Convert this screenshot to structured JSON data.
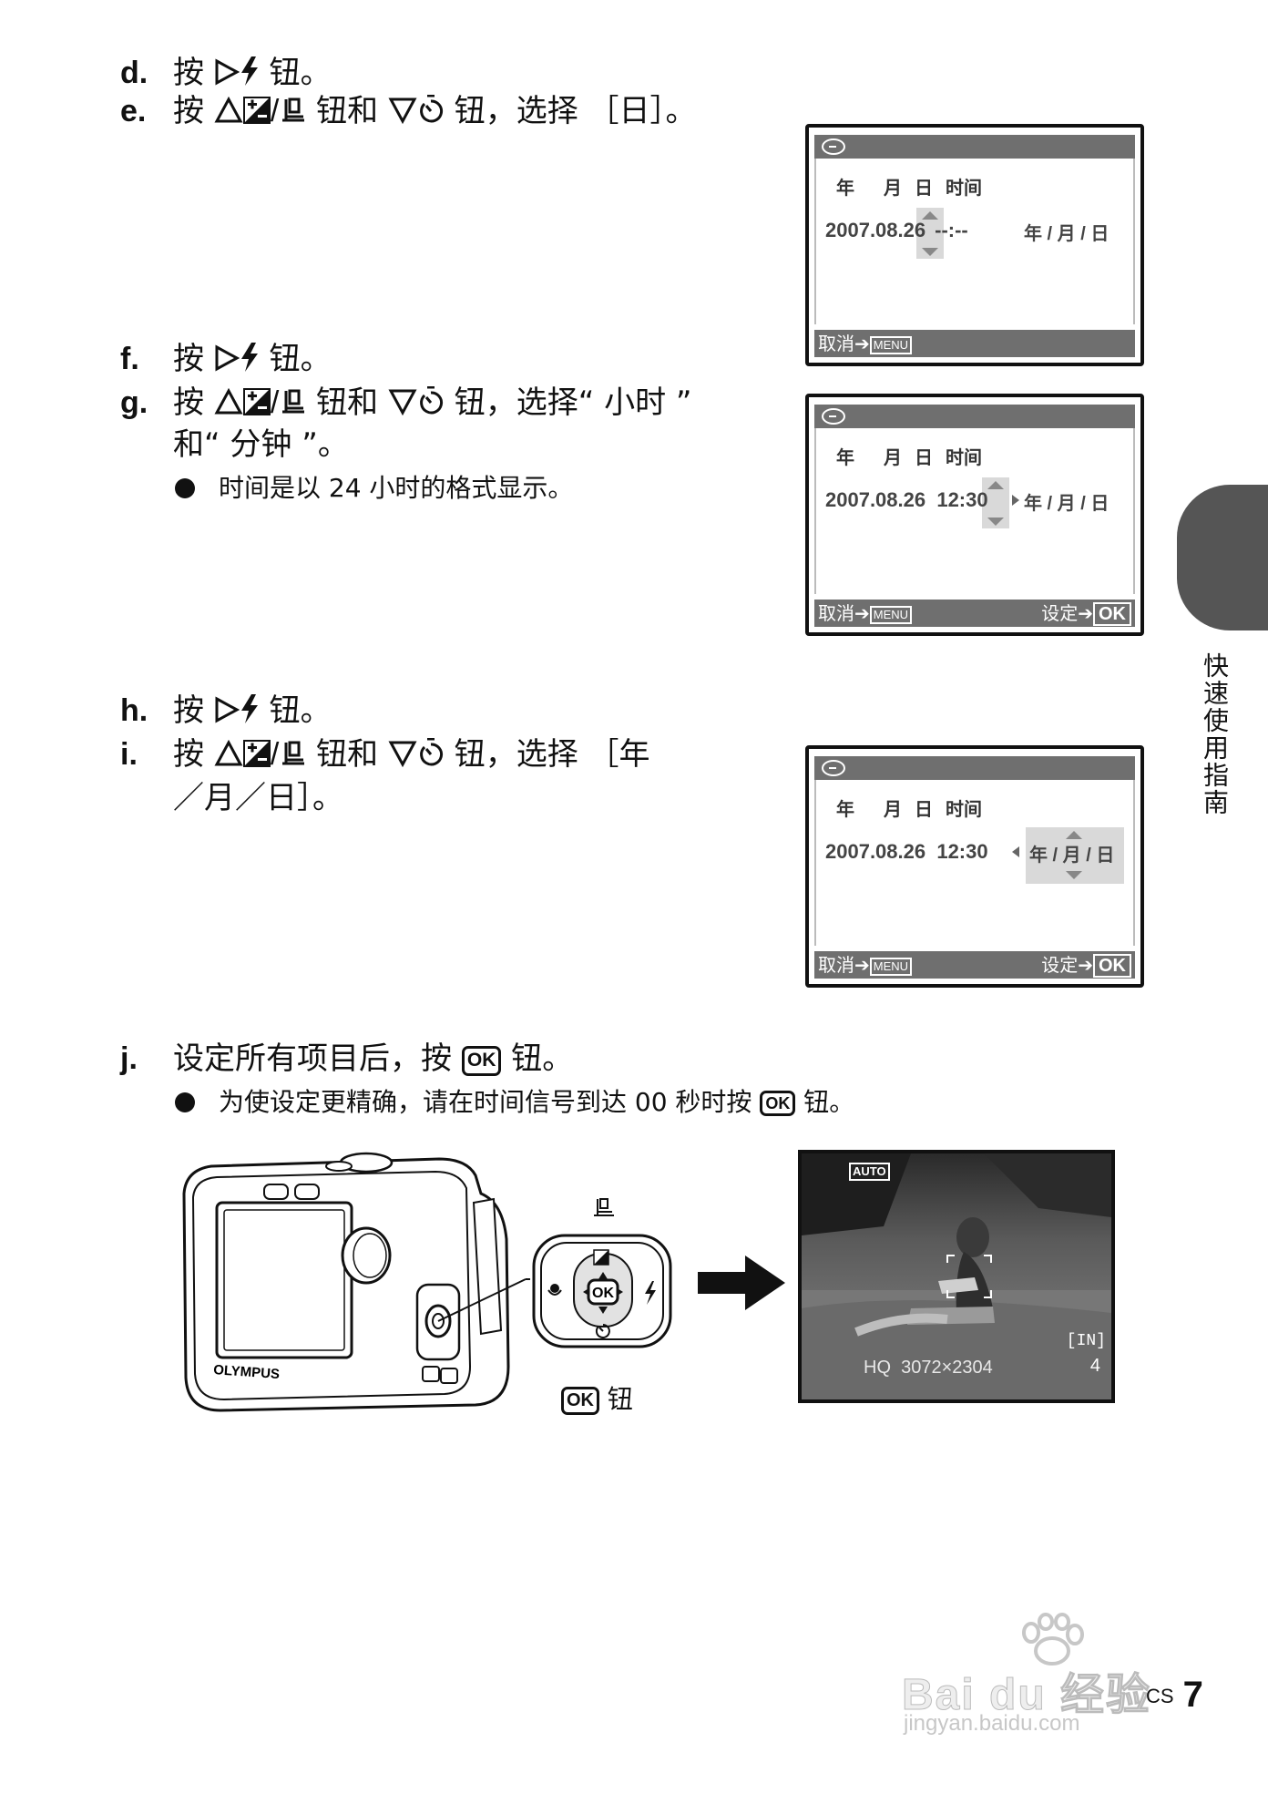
{
  "steps": {
    "d": {
      "letter": "d.",
      "p1": "按",
      "p2": "钮。"
    },
    "e": {
      "letter": "e.",
      "p1": "按",
      "p2": "钮和",
      "p3": "钮，选择 ［日］。"
    },
    "f": {
      "letter": "f.",
      "p1": "按",
      "p2": "钮。"
    },
    "g": {
      "letter": "g.",
      "p1": "按",
      "p2": "钮和",
      "p3": "钮，选择“ 小时 ”",
      "line2": "和“ 分钟 ”。",
      "note": "时间是以 24 小时的格式显示。"
    },
    "h": {
      "letter": "h.",
      "p1": "按",
      "p2": "钮。"
    },
    "i": {
      "letter": "i.",
      "p1": "按",
      "p2": "钮和",
      "p3": "钮，选择 ［年",
      "line2": "／月／日］。"
    },
    "j": {
      "letter": "j.",
      "p1": "设定所有项目后，按",
      "p2": "钮。",
      "note_p1": "为使设定更精确，请在时间信号到达 00 秒时按",
      "note_p2": "钮。"
    }
  },
  "ok_key": "OK",
  "lcd1": {
    "headers": {
      "year": "年",
      "month": "月",
      "day": "日",
      "time": "时间"
    },
    "value_a": "2007.08.",
    "value_b": "26",
    "value_c": "--:--",
    "format": "年 / 月 / 日",
    "cancel": "取消",
    "menu": "MENU"
  },
  "lcd2": {
    "headers": {
      "year": "年",
      "month": "月",
      "day": "日",
      "time": "时间"
    },
    "value_a": "2007.08.26  12:",
    "value_b": "30",
    "format": "年 / 月 / 日",
    "cancel": "取消",
    "menu": "MENU",
    "set": "设定",
    "ok": "OK"
  },
  "lcd3": {
    "headers": {
      "year": "年",
      "month": "月",
      "day": "日",
      "time": "时间"
    },
    "value_a": "2007.08.26  12:30",
    "format": "年 / 月 / 日",
    "cancel": "取消",
    "menu": "MENU",
    "set": "设定",
    "ok": "OK"
  },
  "camera": {
    "brand": "OLYMPUS"
  },
  "dpad_caption": "钮",
  "photo": {
    "mode": "AUTO",
    "memory": "[IN]",
    "quality": "HQ  3072×2304",
    "shots": "4"
  },
  "side_tab": "快速使用指南",
  "page": {
    "lang": "CS",
    "number": "7"
  },
  "watermark": {
    "logo": "Bai du 经验",
    "url": "jingyan.baidu.com"
  }
}
